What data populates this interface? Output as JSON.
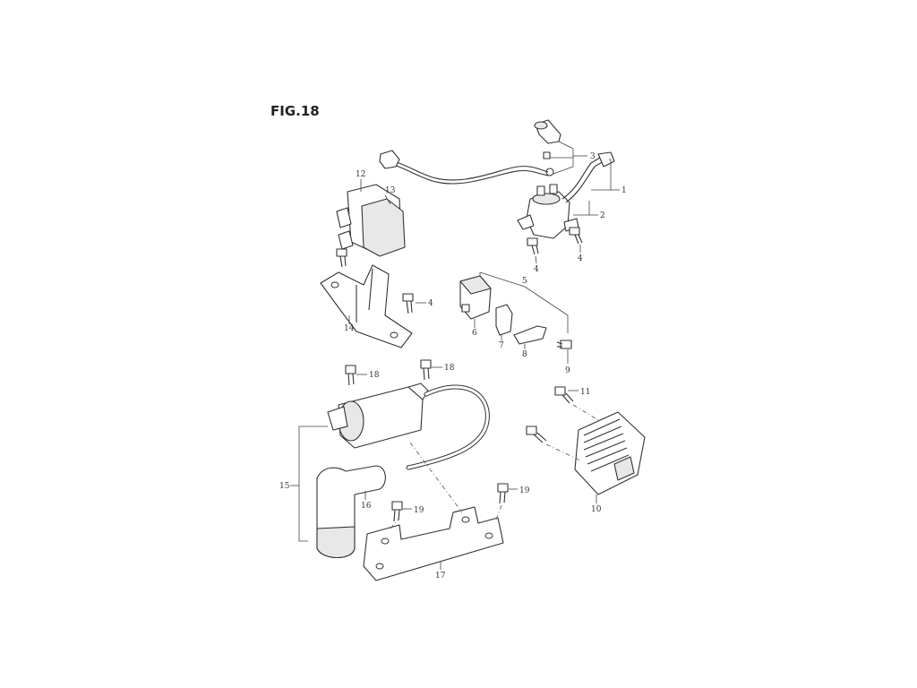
{
  "figure": {
    "title": "FIG.18"
  },
  "callouts": {
    "c1": "1",
    "c2": "2",
    "c3": "3",
    "c4a": "4",
    "c4b": "4",
    "c4c": "4",
    "c5": "5",
    "c6": "6",
    "c7": "7",
    "c8": "8",
    "c9": "9",
    "c10": "10",
    "c11": "11",
    "c12": "12",
    "c13": "13",
    "c14": "14",
    "c15": "15",
    "c16": "16",
    "c17": "17",
    "c18a": "18",
    "c18b": "18",
    "c19a": "19",
    "c19b": "19"
  }
}
